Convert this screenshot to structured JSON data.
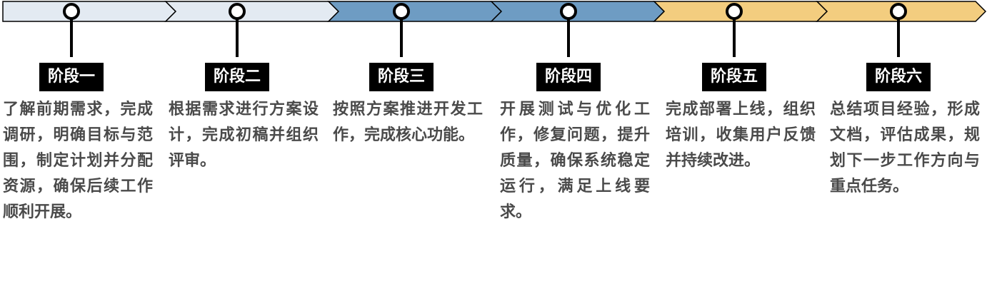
{
  "colors": {
    "phase_1": "#e3eaf2",
    "phase_2": "#6e9cc3",
    "phase_3": "#f3cd7f",
    "outline": "#000000",
    "node_fill": "#ffffff",
    "title_bg": "#000000",
    "title_text": "#ffffff",
    "desc_text": "#4a4a4a"
  },
  "stages": [
    {
      "title": "阶段一",
      "phase": "phase_1",
      "description": "了解前期需求，完成调研，明确目标与范围，制定计划并分配资源，确保后续工作顺利开展。"
    },
    {
      "title": "阶段二",
      "phase": "phase_1",
      "description": "根据需求进行方案设计，完成初稿并组织评审。"
    },
    {
      "title": "阶段三",
      "phase": "phase_2",
      "description": "按照方案推进开发工作，完成核心功能。"
    },
    {
      "title": "阶段四",
      "phase": "phase_2",
      "description": "开展测试与优化工作，修复问题，提升质量，确保系统稳定运行，满足上线要求。"
    },
    {
      "title": "阶段五",
      "phase": "phase_3",
      "description": "完成部署上线，组织培训，收集用户反馈并持续改进。"
    },
    {
      "title": "阶段六",
      "phase": "phase_3",
      "description": "总结项目经验，形成文档，评估成果，规划下一步工作方向与重点任务。"
    }
  ]
}
